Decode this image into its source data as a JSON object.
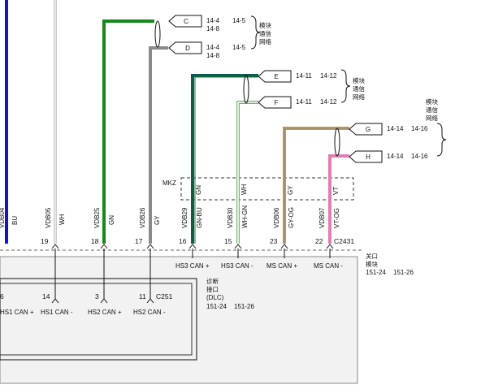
{
  "connectors_top": [
    {
      "letter": "C",
      "ref1": "14-4",
      "ref1b": "14-8",
      "ref2": "14-5"
    },
    {
      "letter": "D",
      "ref1": "14-4",
      "ref1b": "14-8",
      "ref2": "14-5"
    },
    {
      "letter": "E",
      "ref1": "14-11",
      "ref2": "14-12"
    },
    {
      "letter": "F",
      "ref1": "14-11",
      "ref2": "14-12"
    },
    {
      "letter": "G",
      "ref1": "14-14",
      "ref2": "14-16"
    },
    {
      "letter": "H",
      "ref1": "14-14",
      "ref2": "14-16"
    }
  ],
  "network_labels": [
    [
      "模块",
      "通信",
      "网络"
    ],
    [
      "模块",
      "通信",
      "网络"
    ],
    [
      "模块",
      "通信",
      "网络"
    ]
  ],
  "mkz_label": "MKZ",
  "mkz_colors": [
    "GN",
    "WH",
    "GY",
    "VT"
  ],
  "wires": [
    {
      "id": "VDB04",
      "color": "BU",
      "pin": "",
      "hex": "#1010e0"
    },
    {
      "id": "VDB05",
      "color": "WH",
      "pin": "19",
      "hex": "#c8c8c8"
    },
    {
      "id": "VDB25",
      "color": "GN",
      "pin": "18",
      "hex": "#17881c"
    },
    {
      "id": "VDB26",
      "color": "GY",
      "pin": "17",
      "hex": "#8a8a8a"
    },
    {
      "id": "VDB29",
      "color": "GN-BU",
      "pin": "16",
      "hex": "#0d5a52"
    },
    {
      "id": "VDB30",
      "color": "WH-GN",
      "pin": "15",
      "hex": "#7fbf7f"
    },
    {
      "id": "VDB06",
      "color": "GY-OG",
      "pin": "23",
      "hex": "#c09a50"
    },
    {
      "id": "VDB07",
      "color": "VT-OG",
      "pin": "22",
      "hex": "#e07fb0"
    }
  ],
  "gateway": {
    "connector": "C2431",
    "pins": [
      "HS3 CAN +",
      "HS3 CAN -",
      "MS CAN +",
      "MS CAN -"
    ],
    "name": [
      "关口",
      "模块"
    ],
    "refs": [
      "151-24",
      "151-26"
    ]
  },
  "dlc": {
    "connector": "C251",
    "pin_nums": [
      "6",
      "14",
      "3",
      "11"
    ],
    "pins": [
      "HS1 CAN +",
      "HS1 CAN -",
      "HS2 CAN +",
      "HS2 CAN -"
    ],
    "name": [
      "诊断",
      "接口",
      "(DLC)"
    ],
    "refs": [
      "151-24",
      "151-26"
    ]
  },
  "colors": {
    "line": "#111111",
    "box_fill": "#f2f2f2",
    "dash": "#666666"
  }
}
